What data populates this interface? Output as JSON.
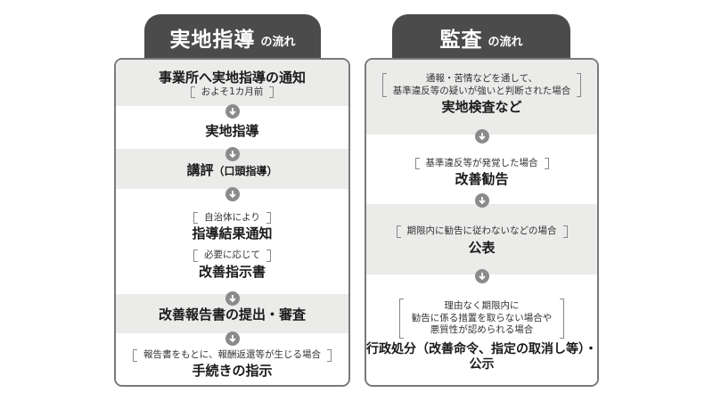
{
  "left": {
    "tab": {
      "title": "実地指導",
      "suffix": "の流れ"
    },
    "steps": [
      {
        "title": "事業所へ実地指導の通知",
        "note": "およそ1カ月前"
      },
      {
        "title": "実地指導"
      },
      {
        "title": "講評",
        "paren": "（口頭指導）"
      },
      {
        "title": "指導結果通知",
        "note": "自治体により"
      },
      {
        "title": "改善指示書",
        "note": "必要に応じて"
      },
      {
        "title": "改善報告書の提出・審査"
      },
      {
        "title": "手続きの指示",
        "note": "報告書をもとに、報酬返還等が生じる場合"
      }
    ]
  },
  "right": {
    "tab": {
      "title": "監査",
      "suffix": "の流れ"
    },
    "steps": [
      {
        "title": "実地検査など",
        "note_lines": [
          "通報・苦情などを通して、",
          "基準違反等の疑いが強いと判断された場合"
        ]
      },
      {
        "title": "改善勧告",
        "note_lines": [
          "基準違反等が発覚した場合"
        ]
      },
      {
        "title": "公表",
        "note_lines": [
          "期限内に勧告に従わないなどの場合"
        ]
      },
      {
        "title_lines": [
          "行政処分（改善命令、指定の取消し等）・",
          "公示"
        ],
        "note_lines": [
          "理由なく期限内に",
          "勧告に係る措置を取らない場合や",
          "悪質性が認められる場合"
        ]
      }
    ]
  },
  "colors": {
    "tab": "#4b4b4b",
    "band_gray": "#ebebea",
    "border": "#7a7a7a",
    "arrow": "#8a8a8a"
  },
  "icons": {
    "flow_arrow": "arrow-down-circle-icon"
  }
}
